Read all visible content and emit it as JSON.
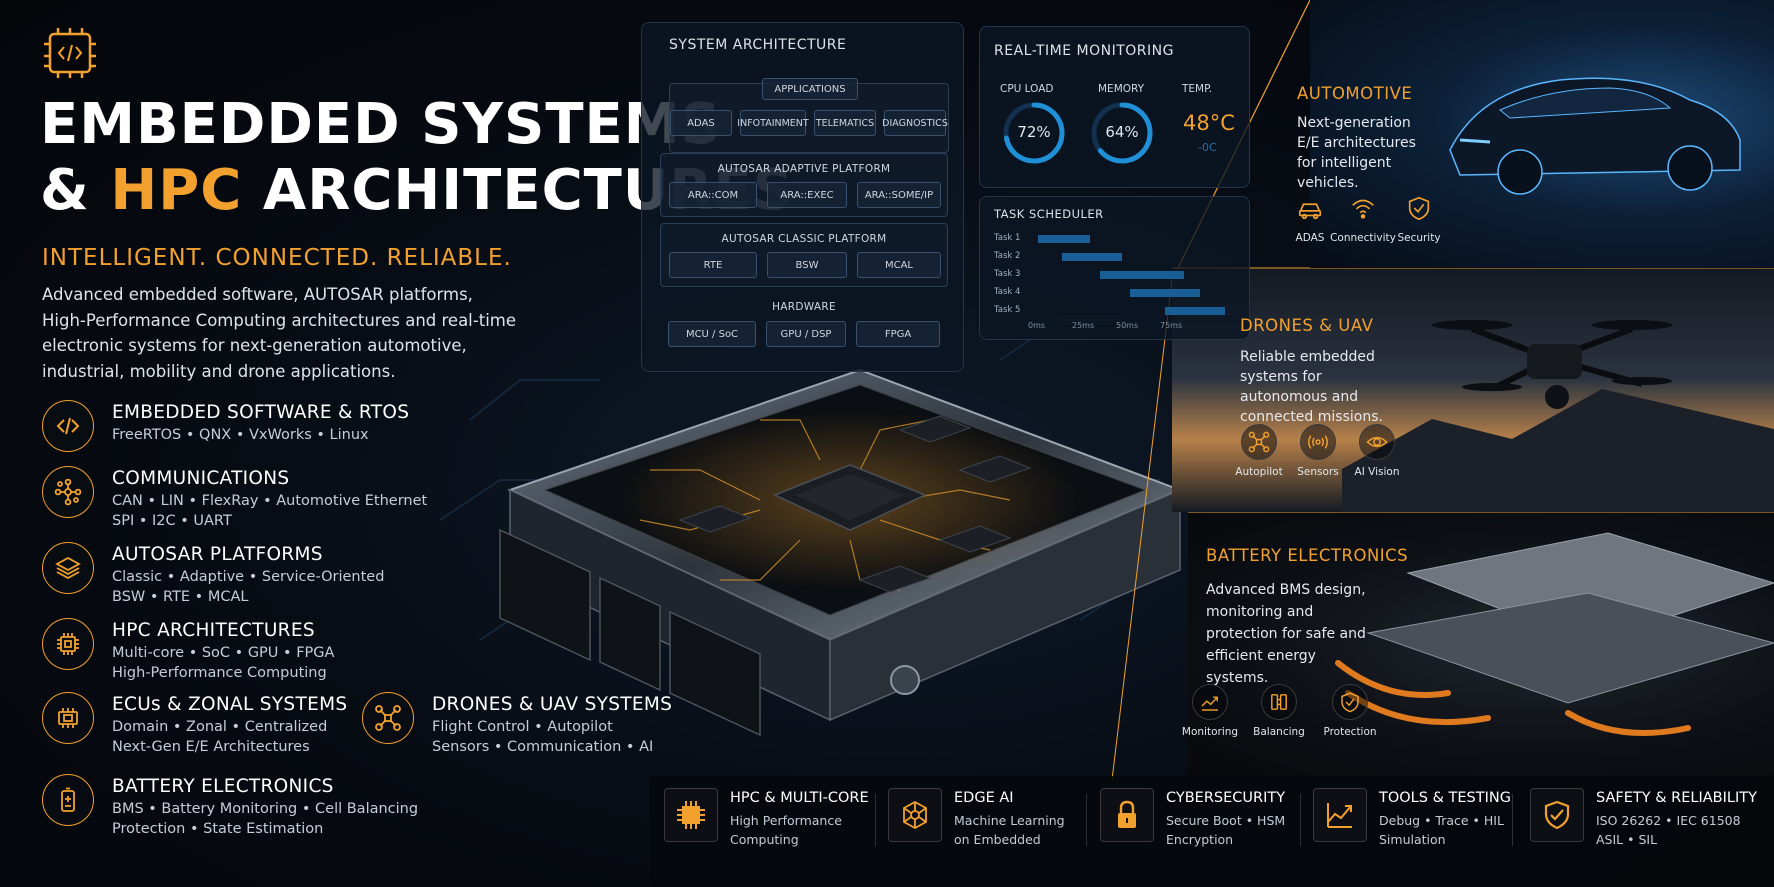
{
  "colors": {
    "accent": "#f2a12e",
    "background": "#05080e",
    "text": "#ffffff",
    "muted": "#c7cdd6",
    "panel_border": "#22354c",
    "gauge_blue": "#1f8fd6"
  },
  "header": {
    "title_line1": "EMBEDDED SYSTEMS",
    "title_amp": "&",
    "title_hl": "HPC",
    "title_rest": "ARCHITECTURES",
    "tagline": "INTELLIGENT. CONNECTED. RELIABLE.",
    "intro": "Advanced embedded software, AUTOSAR platforms, High-Performance Computing architectures and real-time electronic systems for next-generation automotive, industrial, mobility and drone applications."
  },
  "features": [
    {
      "icon": "code-icon",
      "title": "EMBEDDED SOFTWARE & RTOS",
      "line1": "FreeRTOS • QNX • VxWorks • Linux",
      "line2": ""
    },
    {
      "icon": "network-icon",
      "title": "COMMUNICATIONS",
      "line1": "CAN • LIN • FlexRay • Automotive Ethernet",
      "line2": "SPI • I2C • UART"
    },
    {
      "icon": "layers-icon",
      "title": "AUTOSAR PLATFORMS",
      "line1": "Classic • Adaptive • Service-Oriented",
      "line2": "BSW • RTE • MCAL"
    },
    {
      "icon": "chip-icon",
      "title": "HPC ARCHITECTURES",
      "line1": "Multi-core • SoC • GPU • FPGA",
      "line2": "High-Performance Computing"
    },
    {
      "icon": "ecu-icon",
      "title": "ECUs & ZONAL SYSTEMS",
      "line1": "Domain • Zonal • Centralized",
      "line2": "Next-Gen E/E Architectures"
    },
    {
      "icon": "battery-icon",
      "title": "BATTERY ELECTRONICS",
      "line1": "BMS • Battery Monitoring • Cell Balancing",
      "line2": "Protection • State Estimation"
    }
  ],
  "drones_feature": {
    "icon": "drone-icon",
    "title": "DRONES & UAV SYSTEMS",
    "line1": "Flight Control • Autopilot",
    "line2": "Sensors • Communication • AI"
  },
  "architecture": {
    "title": "SYSTEM ARCHITECTURE",
    "apps_label": "APPLICATIONS",
    "apps": [
      "ADAS",
      "INFOTAINMENT",
      "TELEMATICS",
      "DIAGNOSTICS"
    ],
    "adaptive_label": "AUTOSAR ADAPTIVE PLATFORM",
    "adaptive": [
      "ARA::COM",
      "ARA::EXEC",
      "ARA::SOME/IP"
    ],
    "classic_label": "AUTOSAR CLASSIC PLATFORM",
    "classic": [
      "RTE",
      "BSW",
      "MCAL"
    ],
    "hardware_label": "HARDWARE",
    "hardware": [
      "MCU / SoC",
      "GPU / DSP",
      "FPGA"
    ]
  },
  "monitoring": {
    "title": "REAL-TIME MONITORING",
    "cpu_label": "CPU LOAD",
    "cpu_value": "72%",
    "cpu_fraction": 0.72,
    "mem_label": "MEMORY",
    "mem_value": "64%",
    "mem_fraction": 0.64,
    "temp_label": "TEMP.",
    "temp_value": "48°C",
    "temp_sub": "-0C"
  },
  "scheduler": {
    "title": "TASK SCHEDULER",
    "tasks": [
      "Task 1",
      "Task 2",
      "Task 3",
      "Task 4",
      "Task 5"
    ],
    "ticks": [
      "0ms",
      "25ms",
      "50ms",
      "75ms"
    ]
  },
  "sections": {
    "automotive": {
      "title": "AUTOMOTIVE",
      "desc": "Next-generation E/E architectures for intelligent vehicles.",
      "icons": [
        {
          "name": "car-icon",
          "label": "ADAS"
        },
        {
          "name": "wifi-icon",
          "label": "Connectivity"
        },
        {
          "name": "shield-icon",
          "label": "Security"
        }
      ]
    },
    "drones": {
      "title": "DRONES & UAV",
      "desc": "Reliable embedded systems for autonomous and connected missions.",
      "icons": [
        {
          "name": "drone-icon",
          "label": "Autopilot"
        },
        {
          "name": "signal-icon",
          "label": "Sensors"
        },
        {
          "name": "eye-icon",
          "label": "AI Vision"
        }
      ]
    },
    "battery": {
      "title": "BATTERY ELECTRONICS",
      "desc": "Advanced BMS design, monitoring and protection for safe and efficient energy systems.",
      "icons": [
        {
          "name": "chart-icon",
          "label": "Monitoring"
        },
        {
          "name": "balance-icon",
          "label": "Balancing"
        },
        {
          "name": "shield-icon",
          "label": "Protection"
        }
      ]
    }
  },
  "bottom": [
    {
      "icon": "cpu-icon",
      "title": "HPC & MULTI-CORE",
      "line1": "High Performance",
      "line2": "Computing"
    },
    {
      "icon": "ai-brain-icon",
      "title": "EDGE AI",
      "line1": "Machine Learning",
      "line2": "on Embedded"
    },
    {
      "icon": "lock-icon",
      "title": "CYBERSECURITY",
      "line1": "Secure Boot • HSM",
      "line2": "Encryption"
    },
    {
      "icon": "chart-icon",
      "title": "TOOLS & TESTING",
      "line1": "Debug • Trace • HIL",
      "line2": "Simulation"
    },
    {
      "icon": "shield-check-icon",
      "title": "SAFETY & RELIABILITY",
      "line1": "ISO 26262 • IEC 61508",
      "line2": "ASIL • SIL"
    }
  ]
}
